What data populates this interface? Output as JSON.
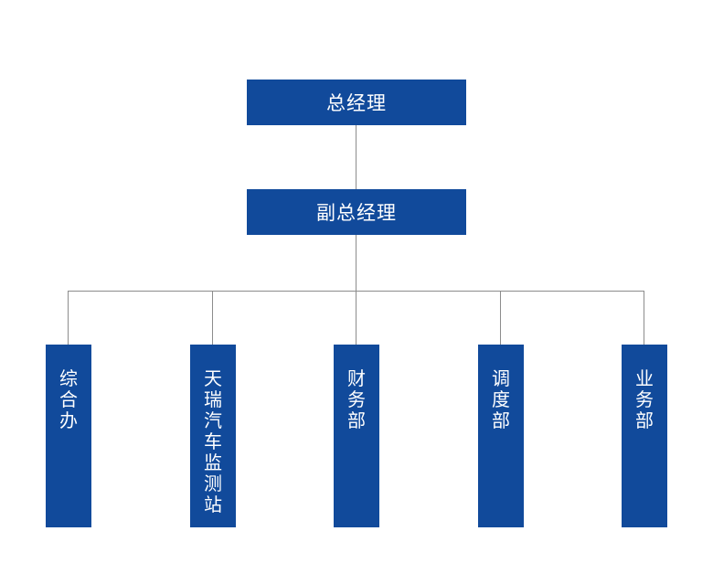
{
  "chart": {
    "root": {
      "label": "总经理"
    },
    "deputy": {
      "label": "副总经理"
    },
    "departments": [
      {
        "label": "综合办"
      },
      {
        "label": "天瑞汽车监测站"
      },
      {
        "label": "财务部"
      },
      {
        "label": "调度部"
      },
      {
        "label": "业务部"
      }
    ]
  },
  "colors": {
    "box_fill": "#114a9b",
    "box_text": "#ffffff",
    "connector": "#8c8c8c"
  }
}
